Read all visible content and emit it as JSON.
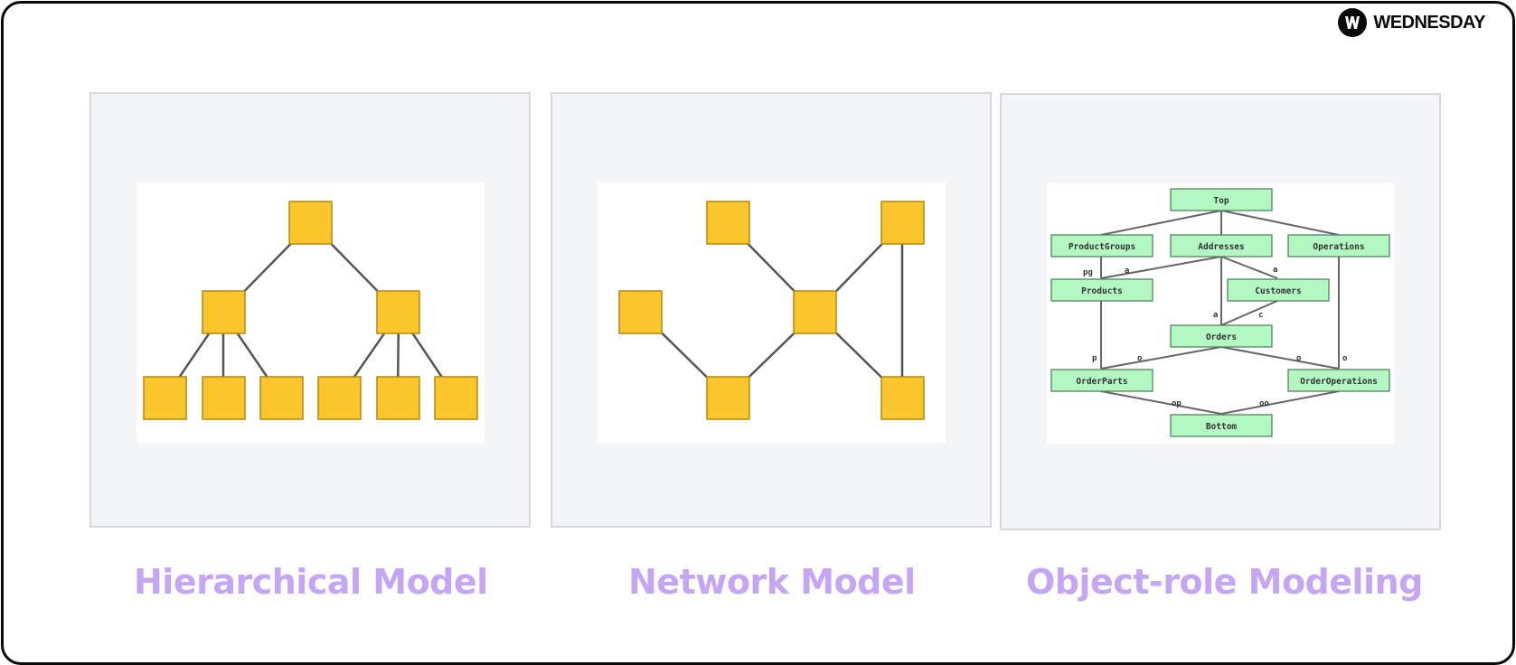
{
  "brand": {
    "name": "WEDNESDAY",
    "icon": "wednesday-logo-icon"
  },
  "models": [
    {
      "caption": "Hierarchical Model"
    },
    {
      "caption": "Network Model"
    },
    {
      "caption": "Object-role Modeling"
    }
  ],
  "orm": {
    "entities": {
      "top": "Top",
      "product_groups": "ProductGroups",
      "addresses": "Addresses",
      "operations": "Operations",
      "products": "Products",
      "customers": "Customers",
      "orders": "Orders",
      "order_parts": "OrderParts",
      "order_operations": "OrderOperations",
      "bottom": "Bottom"
    },
    "roles": {
      "pg": "pg",
      "a1": "a",
      "a2": "a",
      "a3": "a",
      "c": "c",
      "p": "p",
      "o1": "o",
      "o2": "o",
      "o3": "o",
      "op": "op",
      "oo": "oo"
    }
  },
  "colors": {
    "node_fill": "#fbc52c",
    "orm_fill": "#b3f7c3",
    "caption": "#c4a6f5",
    "panel_bg": "#f4f5f7"
  }
}
